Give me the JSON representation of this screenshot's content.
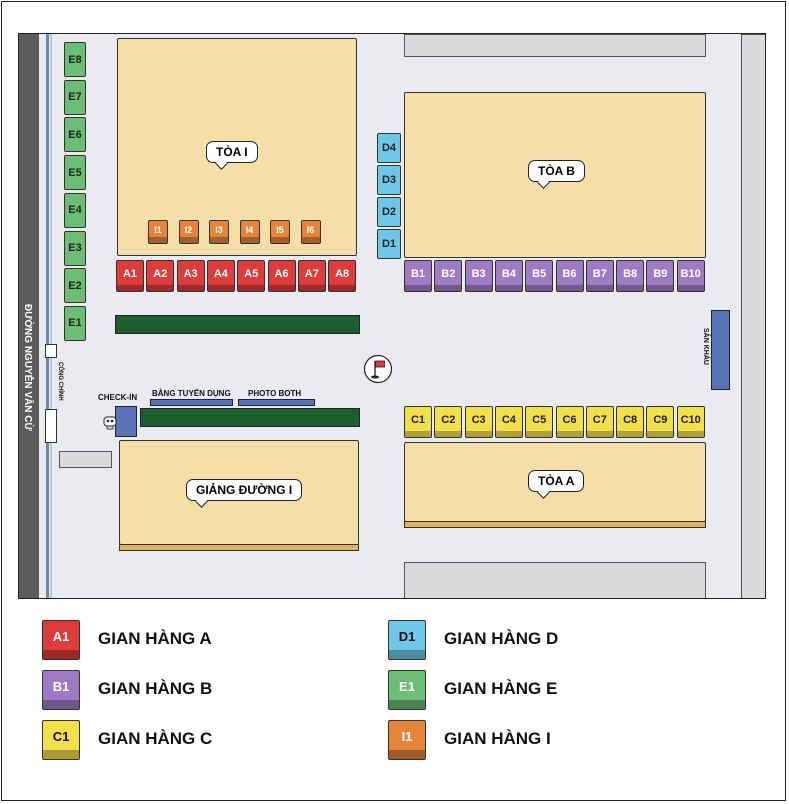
{
  "buildings": {
    "toa_i": "TÒA I",
    "toa_b": "TÒA B",
    "toa_a": "TÒA A",
    "giang_duong": "GIẢNG ĐƯỜNG I"
  },
  "street_label": "ĐƯỜNG NGUYỄN VĂN CỪ",
  "gate_label": "CỔNG CHÍNH",
  "stage_label": "SÂN KHẤU",
  "checkin_label": "CHECK-IN",
  "recruit_board_label": "BẢNG TUYỂN DỤNG",
  "photo_booth_label": "PHOTO BOTH",
  "booths": {
    "A": [
      "A1",
      "A2",
      "A3",
      "A4",
      "A5",
      "A6",
      "A7",
      "A8"
    ],
    "B": [
      "B1",
      "B2",
      "B3",
      "B4",
      "B5",
      "B6",
      "B7",
      "B8",
      "B9",
      "B10"
    ],
    "C": [
      "C1",
      "C2",
      "C3",
      "C4",
      "C5",
      "C6",
      "C7",
      "C8",
      "C9",
      "C10"
    ],
    "D": [
      "D4",
      "D3",
      "D2",
      "D1"
    ],
    "E": [
      "E8",
      "E7",
      "E6",
      "E5",
      "E4",
      "E3",
      "E2",
      "E1"
    ],
    "I": [
      "I1",
      "I2",
      "I3",
      "I4",
      "I5",
      "I6"
    ]
  },
  "legend": [
    {
      "code": "A1",
      "label": "GIAN HÀNG A",
      "color": "#de3b3b",
      "text_color": "#ffffff"
    },
    {
      "code": "D1",
      "label": "GIAN HÀNG D",
      "color": "#6ec7e8",
      "text_color": "#111111"
    },
    {
      "code": "B1",
      "label": "GIAN HÀNG B",
      "color": "#9e7bc2",
      "text_color": "#ffffff"
    },
    {
      "code": "E1",
      "label": "GIAN HÀNG E",
      "color": "#6bbe73",
      "text_color": "#ffffff"
    },
    {
      "code": "C1",
      "label": "GIAN HÀNG C",
      "color": "#f2e04b",
      "text_color": "#111111"
    },
    {
      "code": "I1",
      "label": "GIAN HÀNG I",
      "color": "#e5843a",
      "text_color": "#ffffff"
    }
  ],
  "colors": {
    "booth_a": "#de3b3b",
    "booth_b": "#9e7bc2",
    "booth_c": "#f2e04b",
    "booth_d": "#6ec7e8",
    "booth_e": "#6bbe73",
    "booth_i": "#e5843a",
    "building": "#f6dea8",
    "ground": "#e9ebf0",
    "green_bar": "#1c5e30"
  }
}
